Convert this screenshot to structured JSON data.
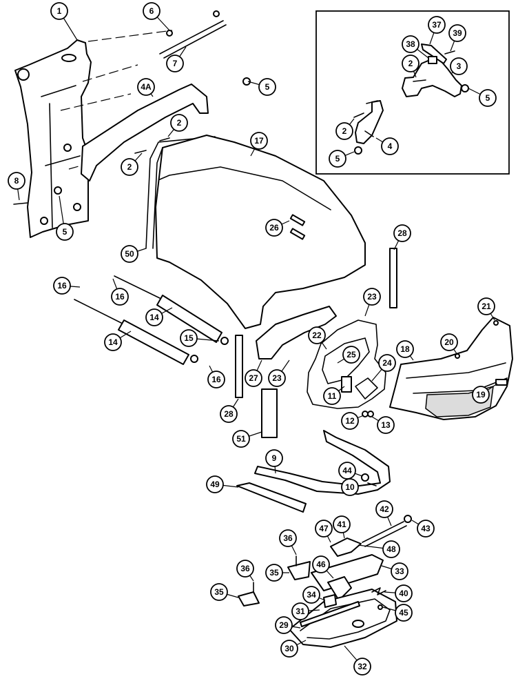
{
  "callouts": [
    {
      "id": "c1",
      "label": "1"
    },
    {
      "id": "c6",
      "label": "6"
    },
    {
      "id": "c7",
      "label": "7"
    },
    {
      "id": "c4a",
      "label": "4A"
    },
    {
      "id": "c5a",
      "label": "5"
    },
    {
      "id": "c2a",
      "label": "2"
    },
    {
      "id": "c2b",
      "label": "2"
    },
    {
      "id": "c8",
      "label": "8"
    },
    {
      "id": "c5b",
      "label": "5"
    },
    {
      "id": "c17",
      "label": "17"
    },
    {
      "id": "c26",
      "label": "26"
    },
    {
      "id": "c50",
      "label": "50"
    },
    {
      "id": "c28a",
      "label": "28"
    },
    {
      "id": "c16a",
      "label": "16"
    },
    {
      "id": "c16b",
      "label": "16"
    },
    {
      "id": "c14a",
      "label": "14"
    },
    {
      "id": "c14b",
      "label": "14"
    },
    {
      "id": "c15",
      "label": "15"
    },
    {
      "id": "c16c",
      "label": "16"
    },
    {
      "id": "c23a",
      "label": "23"
    },
    {
      "id": "c22",
      "label": "22"
    },
    {
      "id": "c25",
      "label": "25"
    },
    {
      "id": "c24",
      "label": "24"
    },
    {
      "id": "c27",
      "label": "27"
    },
    {
      "id": "c23b",
      "label": "23"
    },
    {
      "id": "c11",
      "label": "11"
    },
    {
      "id": "c28b",
      "label": "28"
    },
    {
      "id": "c21",
      "label": "21"
    },
    {
      "id": "c20",
      "label": "20"
    },
    {
      "id": "c18",
      "label": "18"
    },
    {
      "id": "c19",
      "label": "19"
    },
    {
      "id": "c12",
      "label": "12"
    },
    {
      "id": "c13",
      "label": "13"
    },
    {
      "id": "c51",
      "label": "51"
    },
    {
      "id": "c9",
      "label": "9"
    },
    {
      "id": "c44",
      "label": "44"
    },
    {
      "id": "c10",
      "label": "10"
    },
    {
      "id": "c49",
      "label": "49"
    },
    {
      "id": "c42",
      "label": "42"
    },
    {
      "id": "c43",
      "label": "43"
    },
    {
      "id": "c47",
      "label": "47"
    },
    {
      "id": "c41",
      "label": "41"
    },
    {
      "id": "c48",
      "label": "48"
    },
    {
      "id": "c36a",
      "label": "36"
    },
    {
      "id": "c46",
      "label": "46"
    },
    {
      "id": "c33",
      "label": "33"
    },
    {
      "id": "c35a",
      "label": "35"
    },
    {
      "id": "c36b",
      "label": "36"
    },
    {
      "id": "c35b",
      "label": "35"
    },
    {
      "id": "c34",
      "label": "34"
    },
    {
      "id": "c40",
      "label": "40"
    },
    {
      "id": "c31",
      "label": "31"
    },
    {
      "id": "c45",
      "label": "45"
    },
    {
      "id": "c29",
      "label": "29"
    },
    {
      "id": "c30",
      "label": "30"
    },
    {
      "id": "c32",
      "label": "32"
    },
    {
      "id": "i37",
      "label": "37"
    },
    {
      "id": "i38",
      "label": "38"
    },
    {
      "id": "i39",
      "label": "39"
    },
    {
      "id": "i2a",
      "label": "2"
    },
    {
      "id": "i3",
      "label": "3"
    },
    {
      "id": "i5a",
      "label": "5"
    },
    {
      "id": "i2b",
      "label": "2"
    },
    {
      "id": "i4",
      "label": "4"
    },
    {
      "id": "i5b",
      "label": "5"
    }
  ]
}
